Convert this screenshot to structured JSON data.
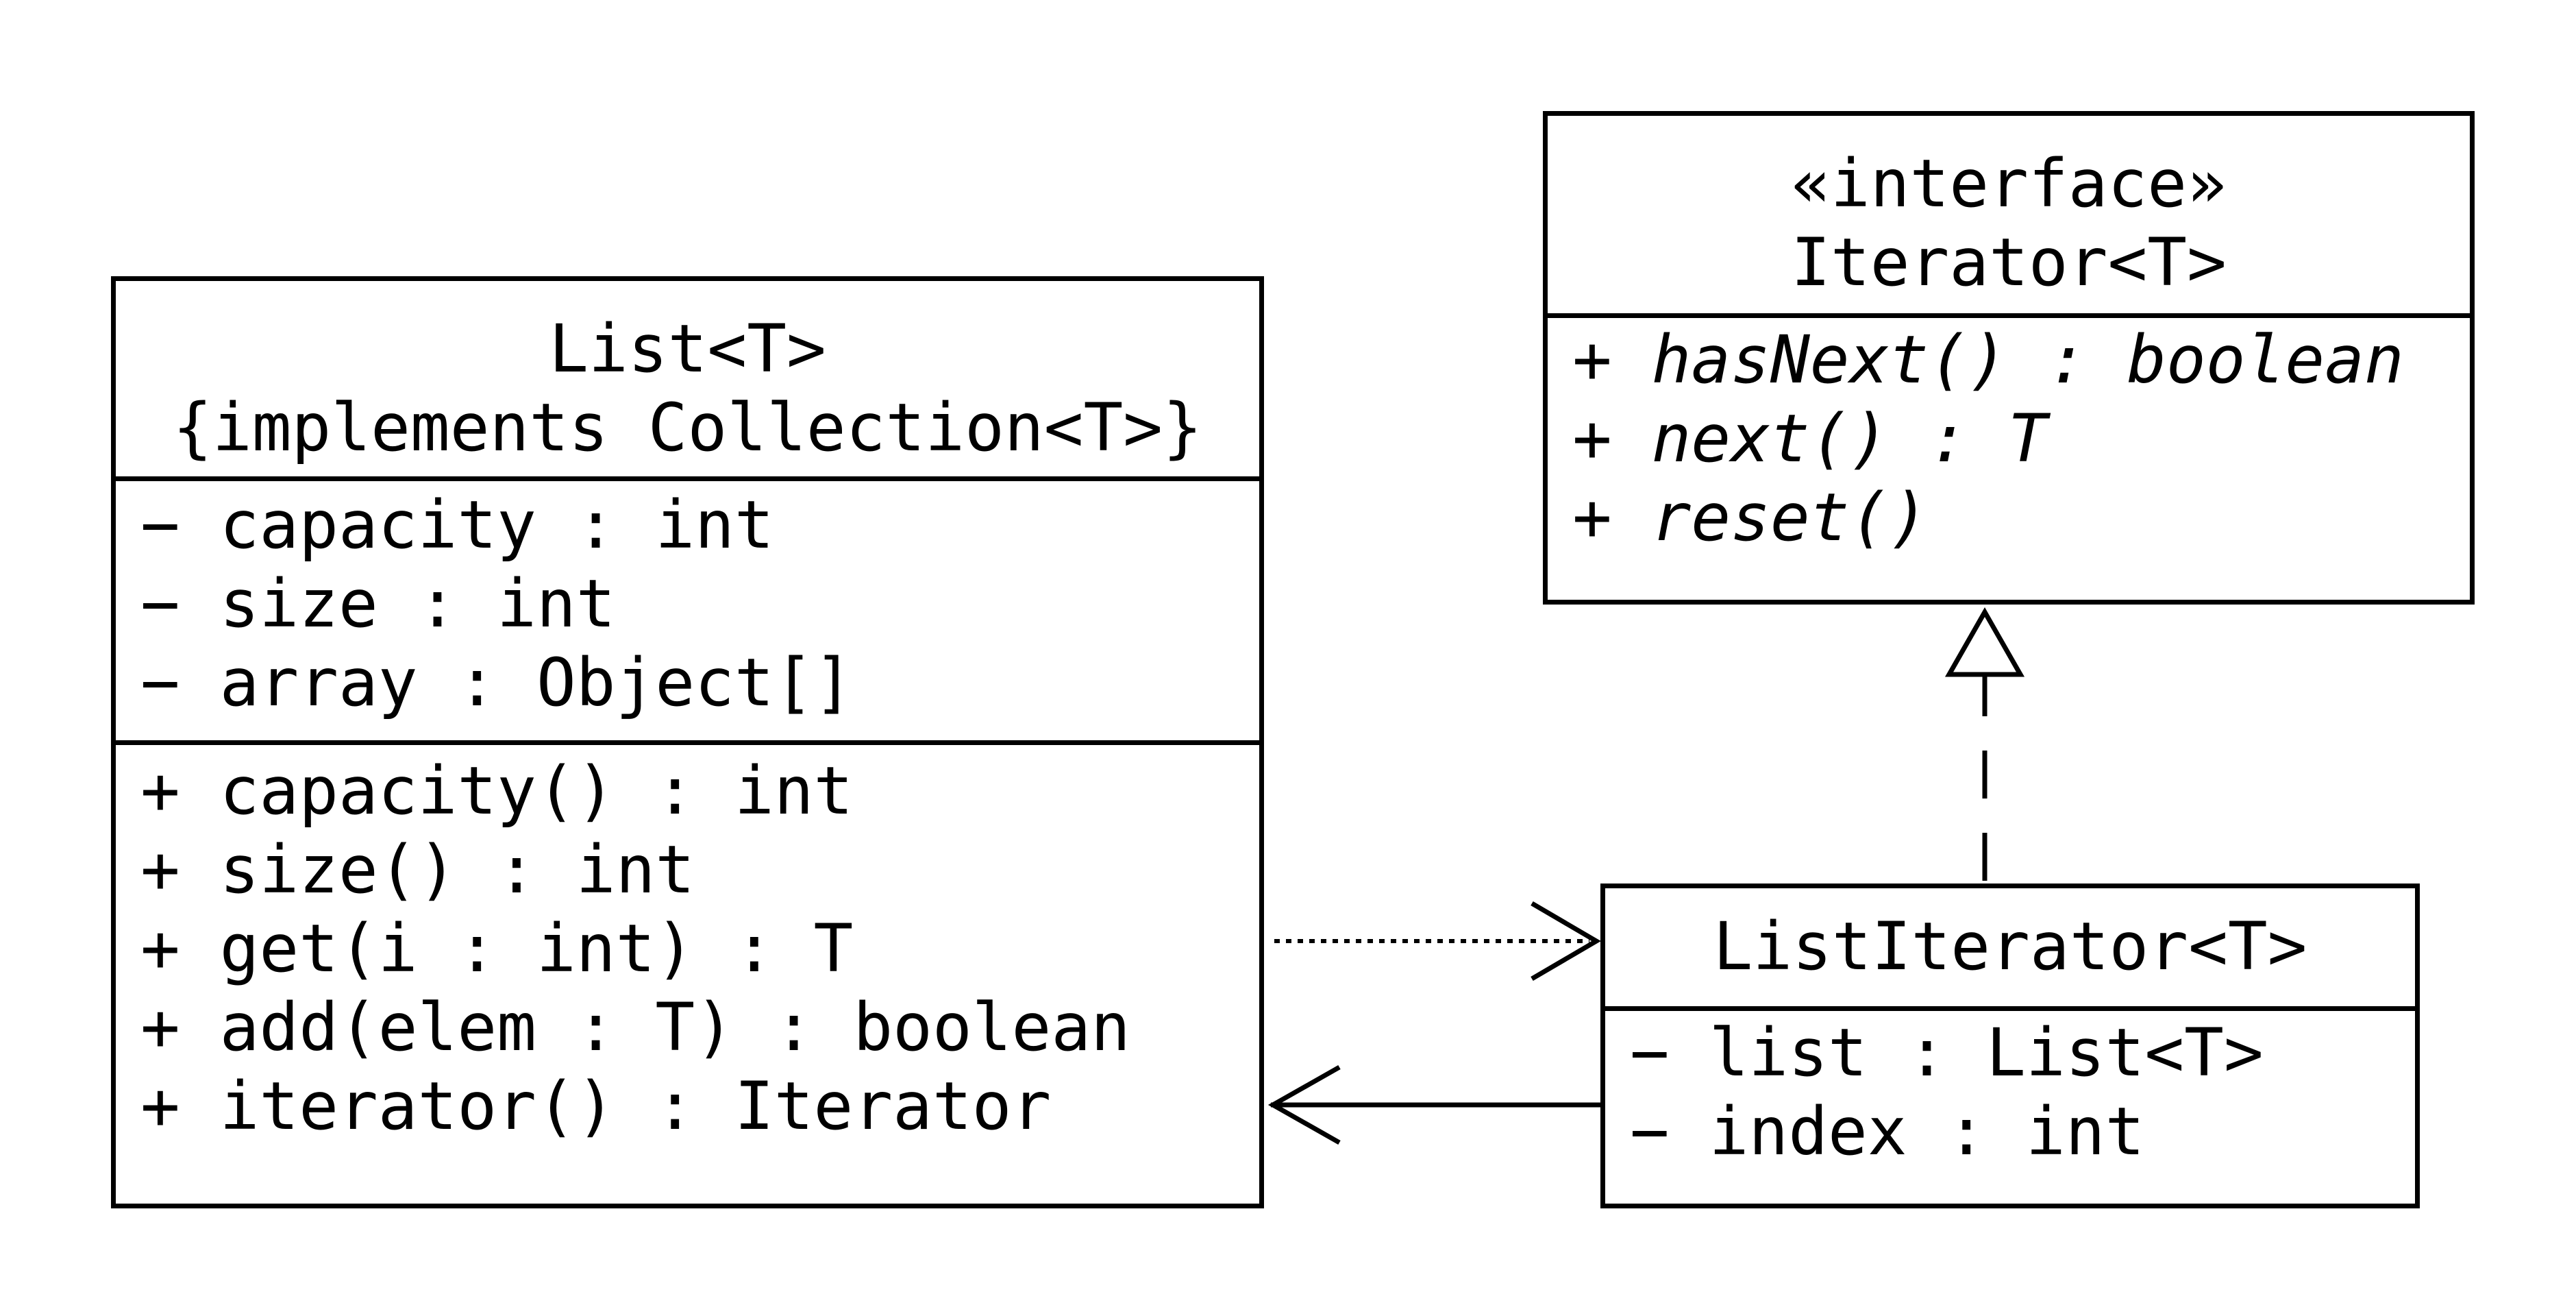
{
  "classes": {
    "list": {
      "name": "List<T>",
      "subtitle": "{implements Collection<T>}",
      "attributes": [
        "− capacity : int",
        "− size : int",
        "− array : Object[]"
      ],
      "operations": [
        "+ capacity() : int",
        "+ size() : int",
        "+ get(i : int) : T",
        "+ add(elem : T) : boolean",
        "+ iterator() : Iterator"
      ]
    },
    "iterator": {
      "stereotype": "«interface»",
      "name": "Iterator<T>",
      "operations": [
        "+ hasNext() : boolean",
        "+ next() : T",
        "+ reset()"
      ]
    },
    "list_iterator": {
      "name": "ListIterator<T>",
      "attributes": [
        "− list : List<T>",
        "− index : int"
      ]
    }
  },
  "relationships": [
    {
      "from": "ListIterator<T>",
      "to": "Iterator<T>",
      "kind": "realization"
    },
    {
      "from": "List<T>",
      "to": "ListIterator<T>",
      "kind": "dependency"
    },
    {
      "from": "ListIterator<T>",
      "to": "List<T>",
      "kind": "association"
    }
  ]
}
